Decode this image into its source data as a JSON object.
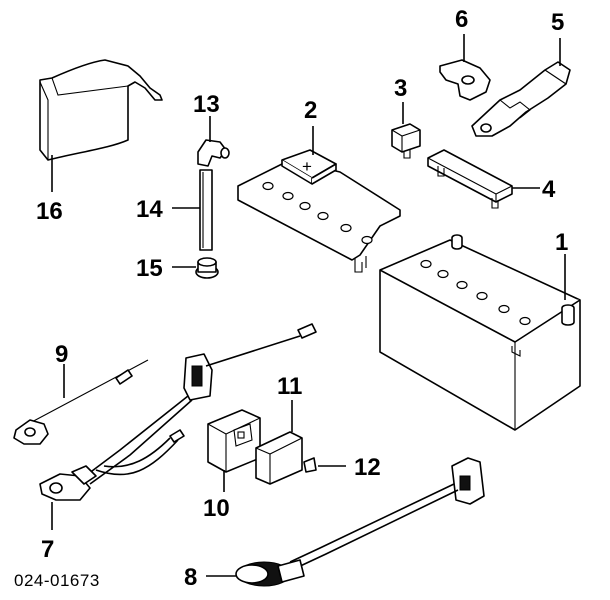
{
  "diagram": {
    "code": "024-01673",
    "callouts": [
      {
        "id": "c1",
        "text": "1"
      },
      {
        "id": "c2",
        "text": "2"
      },
      {
        "id": "c3",
        "text": "3"
      },
      {
        "id": "c4",
        "text": "4"
      },
      {
        "id": "c5",
        "text": "5"
      },
      {
        "id": "c6",
        "text": "6"
      },
      {
        "id": "c7",
        "text": "7"
      },
      {
        "id": "c8",
        "text": "8"
      },
      {
        "id": "c9",
        "text": "9"
      },
      {
        "id": "c10",
        "text": "10"
      },
      {
        "id": "c11",
        "text": "11"
      },
      {
        "id": "c12",
        "text": "12"
      },
      {
        "id": "c13",
        "text": "13"
      },
      {
        "id": "c14",
        "text": "14"
      },
      {
        "id": "c15",
        "text": "15"
      },
      {
        "id": "c16",
        "text": "16"
      }
    ],
    "plus_sign": "+"
  }
}
